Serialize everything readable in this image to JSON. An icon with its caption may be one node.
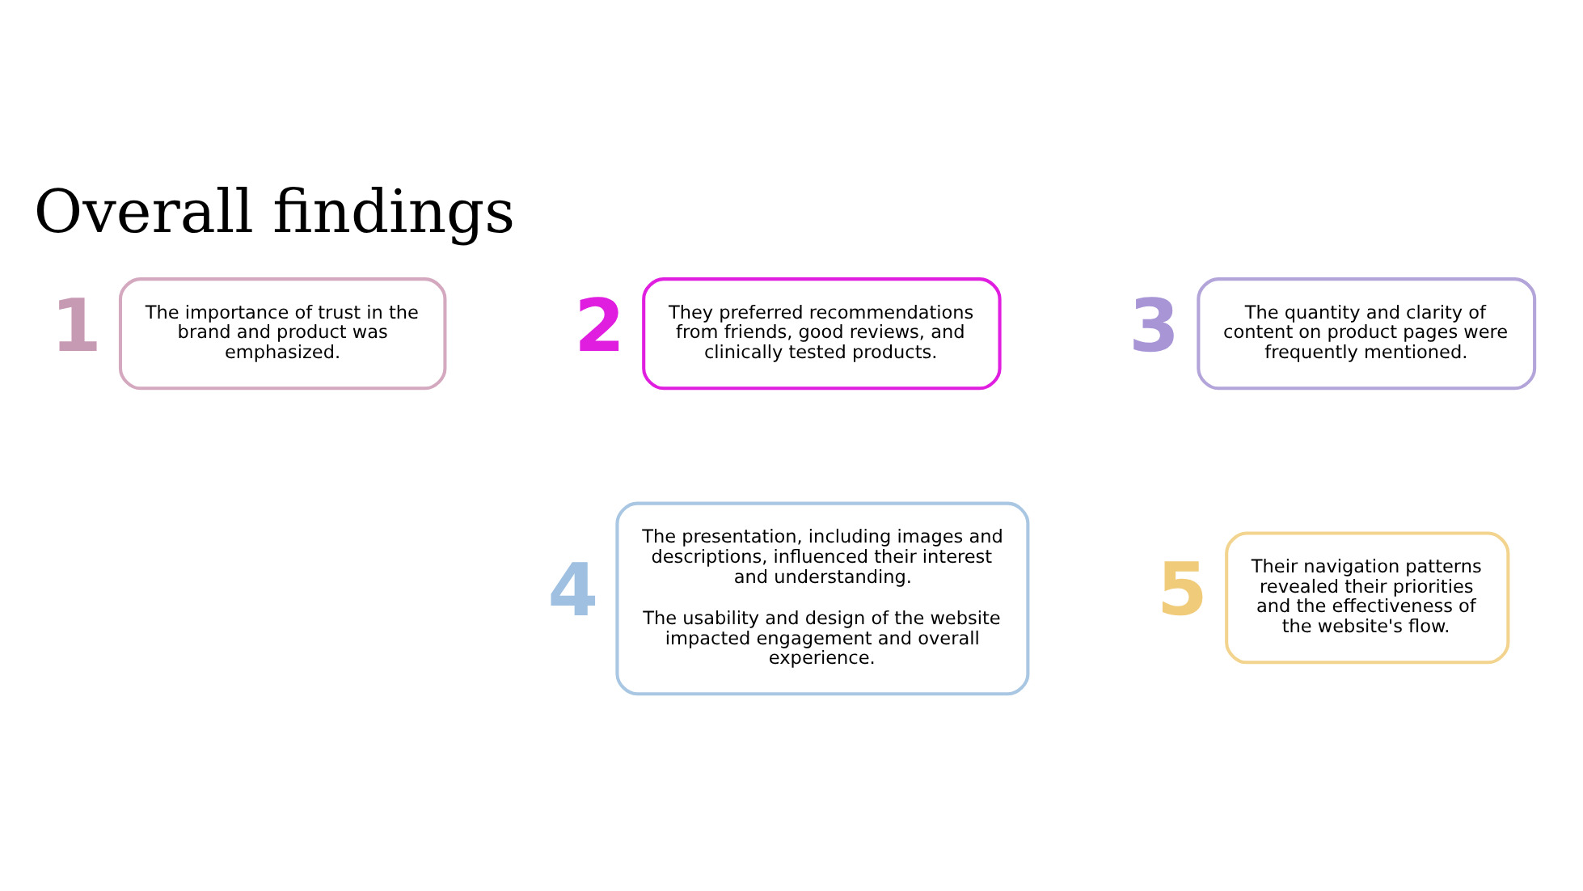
{
  "diagram": {
    "title": "Overall findings",
    "nodes": [
      {
        "text": [
          "The importance of trust in the brand and product was emphasized."
        ],
        "beside": [
          "1"
        ]
      },
      {
        "text": [
          "They preferred recommendations from friends, good reviews, and clinically tested products."
        ],
        "beside": [
          "2"
        ]
      },
      {
        "text": [
          "The quantity and clarity of content on product pages were frequently mentioned."
        ],
        "beside": [
          "3"
        ]
      },
      {
        "text": [
          "The presentation, including images and descriptions, influenced their interest and understanding.",
          "The usability and design of the website impacted engagement and overall experience."
        ],
        "beside": [
          "4"
        ]
      },
      {
        "text": [
          "Their navigation patterns revealed their priorities and the effectiveness of the website's flow."
        ],
        "beside": [
          "5"
        ]
      }
    ],
    "edges": []
  }
}
